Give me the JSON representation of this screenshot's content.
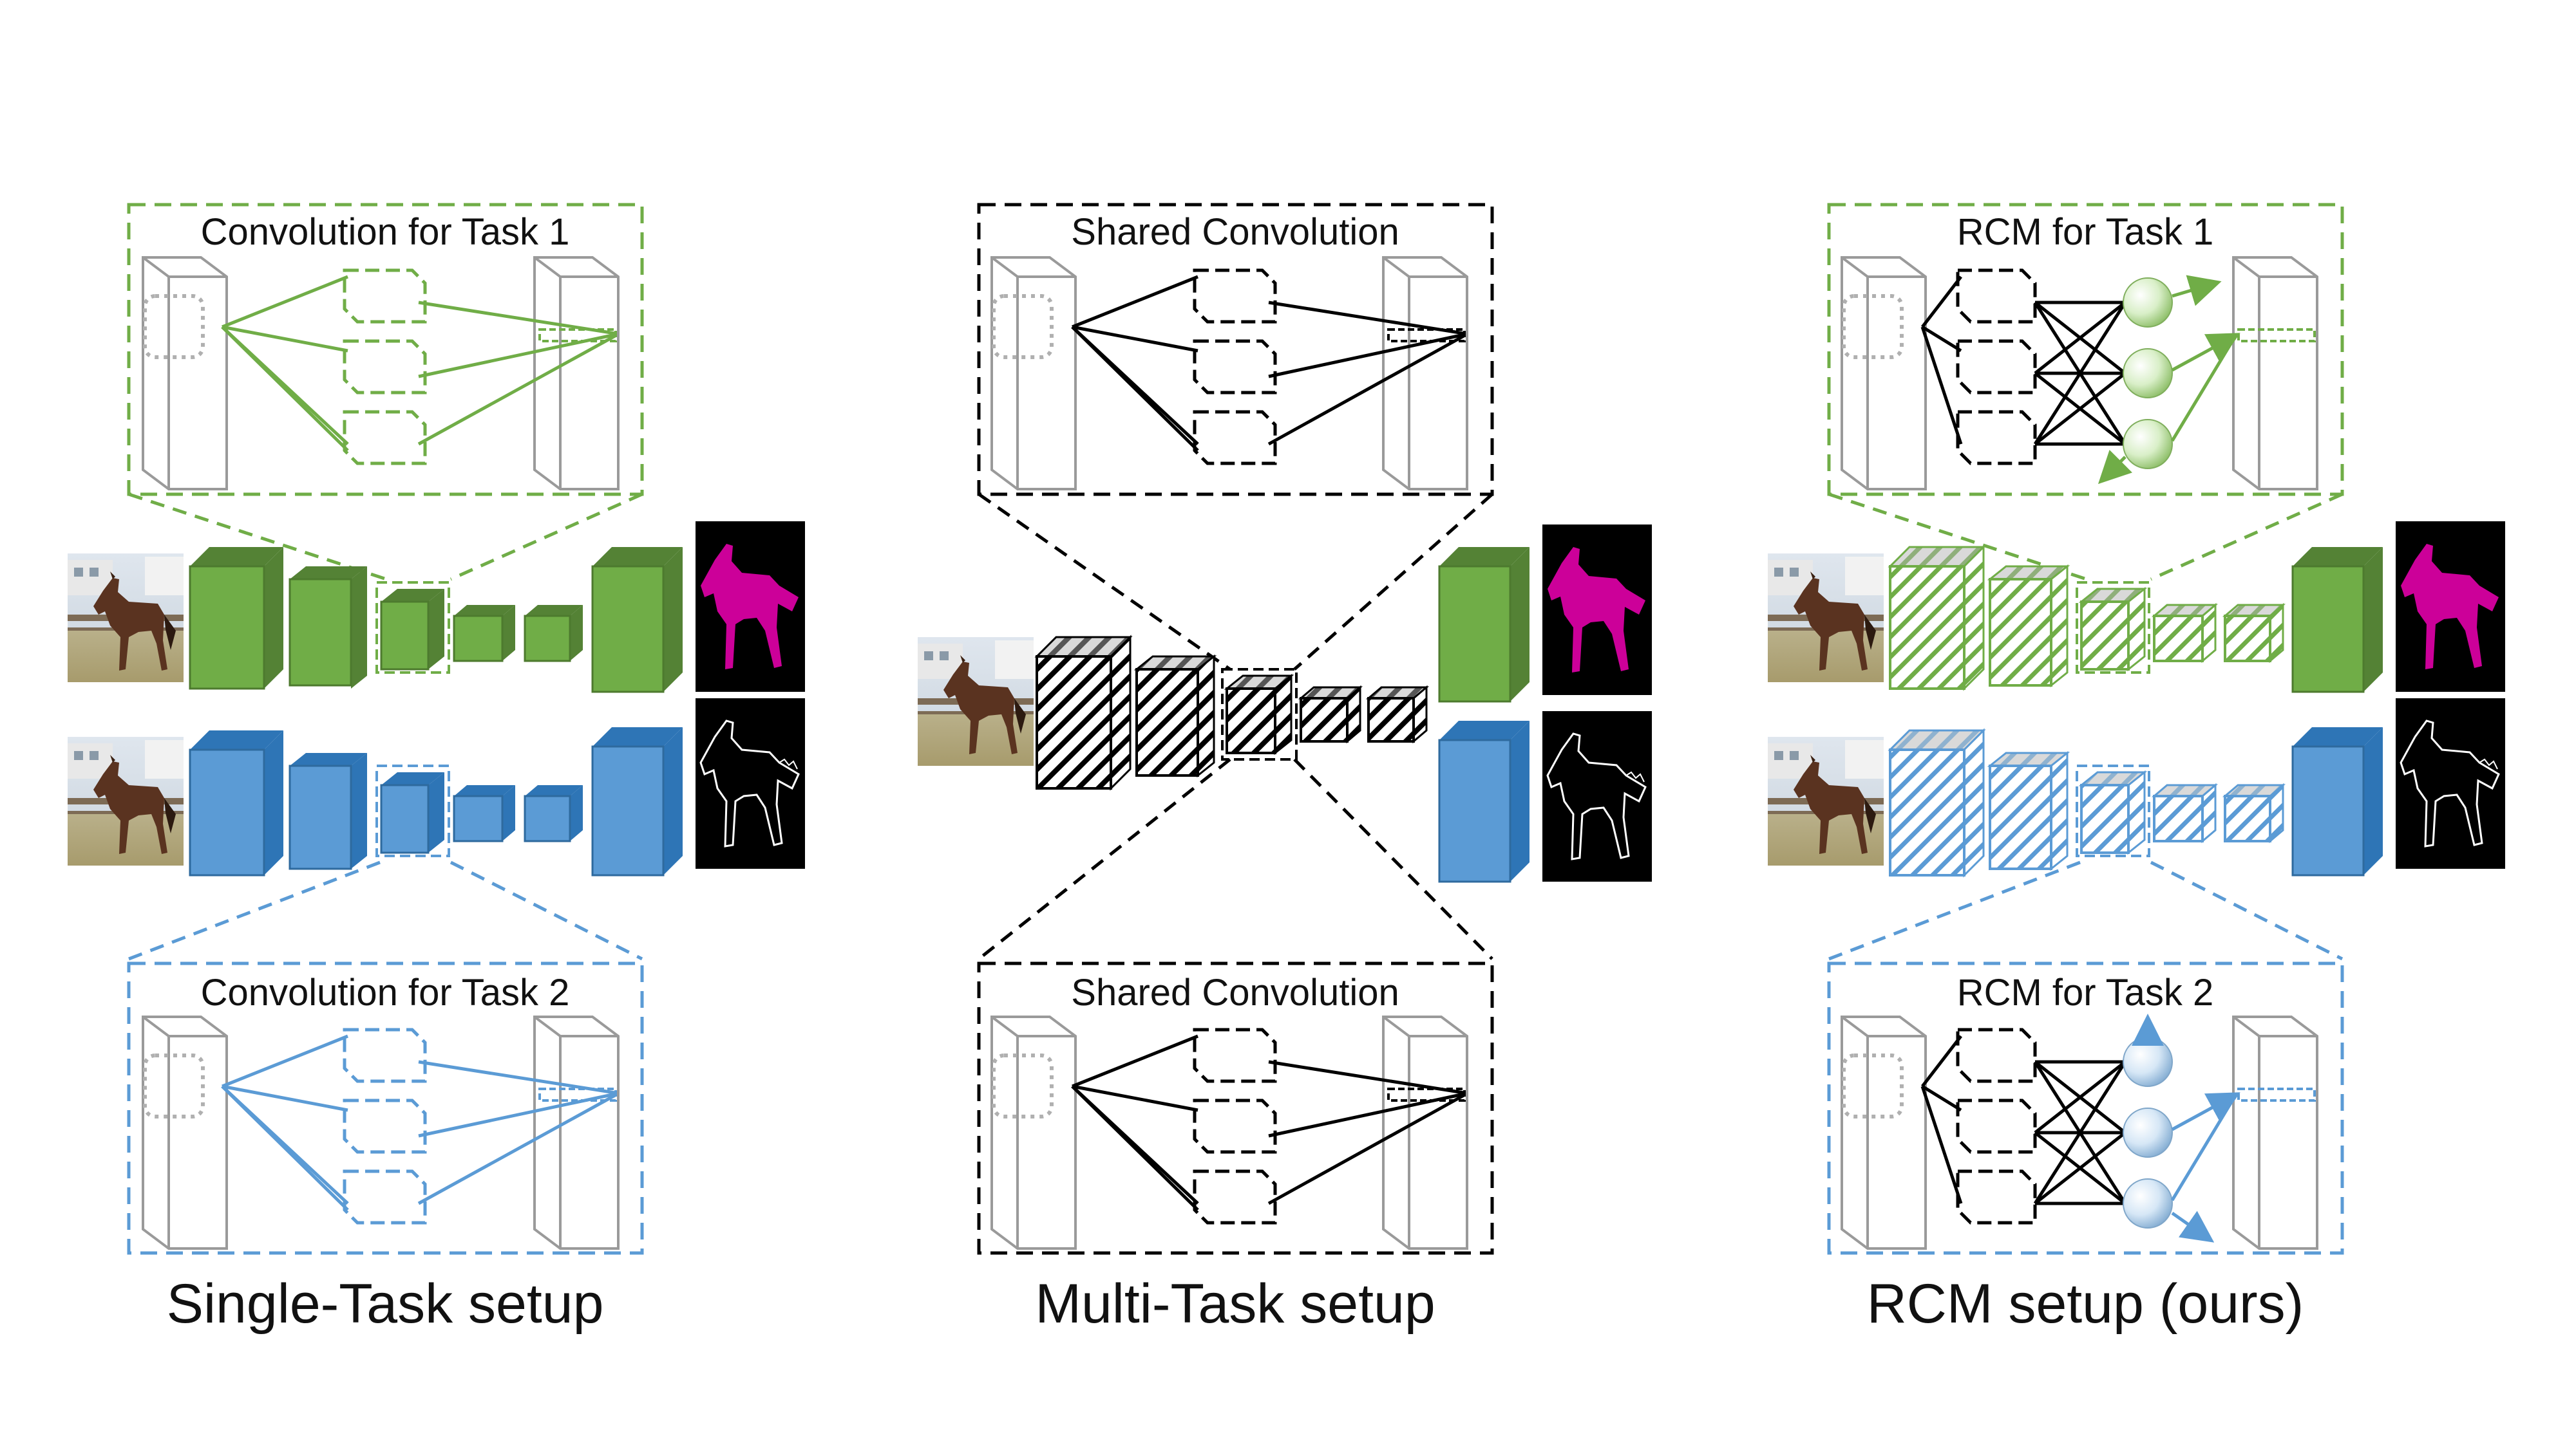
{
  "panels": [
    {
      "id": "single",
      "caption": "Single-Task setup",
      "top_box_title": "Convolution for Task 1",
      "bottom_box_title": "Convolution for Task 2"
    },
    {
      "id": "multi",
      "caption": "Multi-Task setup",
      "top_box_title": "Shared Convolution",
      "bottom_box_title": "Shared Convolution"
    },
    {
      "id": "rcm",
      "caption": "RCM setup (ours)",
      "top_box_title": "RCM for Task 1",
      "bottom_box_title": "RCM for Task 2"
    }
  ],
  "colors": {
    "task1_green": "#70AD47",
    "task1_green_dark": "#548235",
    "task2_blue": "#5B9BD5",
    "task2_blue_dark": "#2E75B6",
    "shared_black": "#000000",
    "segmentation_magenta": "#CC0099",
    "neuron_green": "#C9E8B0",
    "neuron_blue": "#C6DDF2"
  },
  "icons": {
    "input_photo": "horse-photo-icon",
    "segmentation_output": "horse-segmentation-mask-icon",
    "edge_output": "horse-edge-map-icon",
    "neuron": "neuron-sphere-icon"
  }
}
